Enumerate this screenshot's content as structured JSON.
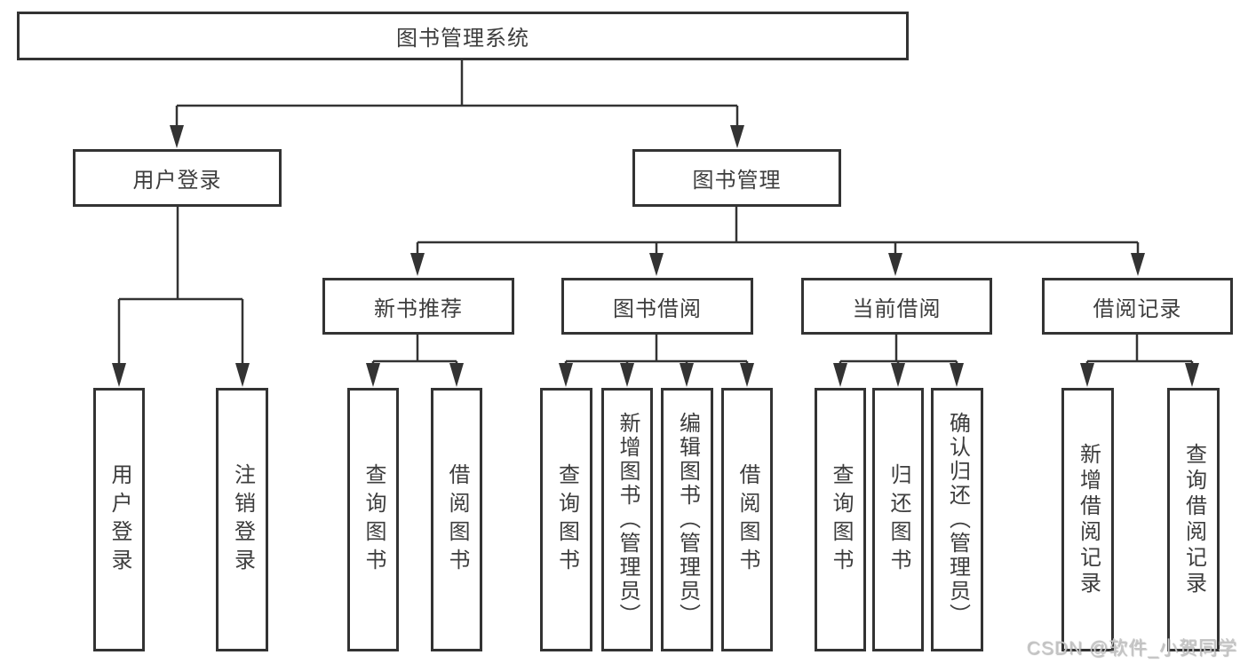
{
  "diagram": {
    "root": {
      "label": "图书管理系统",
      "children": [
        {
          "label": "用户登录",
          "children": [
            {
              "label": "用户登录"
            },
            {
              "label": "注销登录"
            }
          ]
        },
        {
          "label": "图书管理",
          "children": [
            {
              "label": "新书推荐",
              "children": [
                {
                  "label": "查询图书"
                },
                {
                  "label": "借阅图书"
                }
              ]
            },
            {
              "label": "图书借阅",
              "children": [
                {
                  "label": "查询图书"
                },
                {
                  "label": "新增图书（管理员）"
                },
                {
                  "label": "编辑图书（管理员）"
                },
                {
                  "label": "借阅图书"
                }
              ]
            },
            {
              "label": "当前借阅",
              "children": [
                {
                  "label": "查询图书"
                },
                {
                  "label": "归还图书"
                },
                {
                  "label": "确认归还（管理员）"
                }
              ]
            },
            {
              "label": "借阅记录",
              "children": [
                {
                  "label": "新增借阅记录"
                },
                {
                  "label": "查询借阅记录"
                }
              ]
            }
          ]
        }
      ]
    }
  },
  "watermark": "CSDN @软件_小贺同学",
  "colors": {
    "line": "#333333",
    "text": "#3d3d3d",
    "background": "#ffffff",
    "watermark": "#c6c6c6"
  }
}
